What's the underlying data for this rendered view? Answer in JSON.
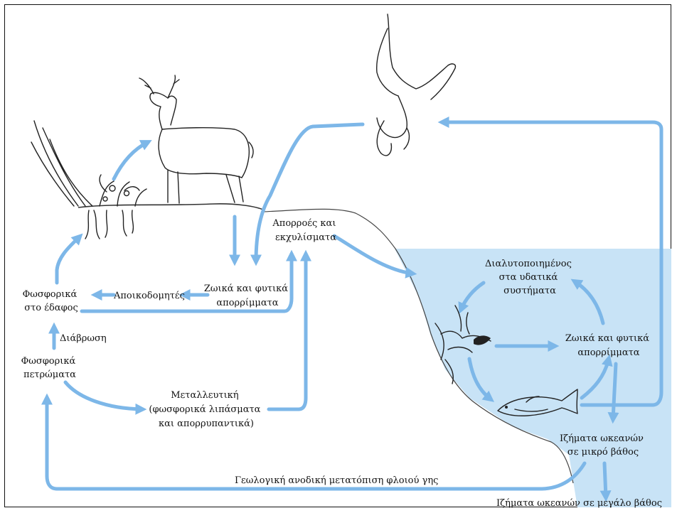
{
  "labels": {
    "runoff": [
      "Απορροές και",
      "εκχυλίσματα"
    ],
    "dissolved": [
      "Διαλυτοποιημένος",
      "στα υδατικά",
      "συστήματα"
    ],
    "land_wastes": [
      "Ζωικά και φυτικά",
      "απορρίμματα"
    ],
    "water_wastes": [
      "Ζωικά και φυτικά",
      "απορρίμματα"
    ],
    "decomposers": "Αποικοδομητές",
    "soil_phosphates": [
      "Φωσφορικά",
      "στο έδαφος"
    ],
    "erosion": "Διάβρωση",
    "rock_phosphates": [
      "Φωσφορικά",
      "πετρώματα"
    ],
    "mining": [
      "Μεταλλευτική",
      "(φωσφορικά λιπάσματα",
      "και απορρυπαντικά)"
    ],
    "shallow_sediments": [
      "Ιζήματα ωκεανών",
      "σε μικρό βάθος"
    ],
    "deep_sediments": "Ιζήματα ωκεανών σε μεγάλο βάθος",
    "uplift": "Γεωλογική ανοδική μετατόπιση φλοιού γης"
  },
  "colors": {
    "arrow": "#7db7e8",
    "water": "#c8e3f6",
    "frame": "#111111",
    "text": "#111111"
  },
  "icons": [
    "deer-icon",
    "osprey-icon",
    "fish-icon",
    "coral-icon",
    "plants-icon",
    "roots-icon"
  ]
}
